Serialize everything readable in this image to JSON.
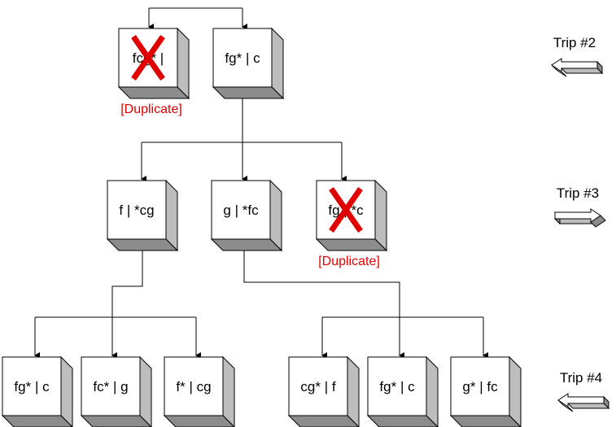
{
  "trips": [
    {
      "label": "Trip #2",
      "direction": "left"
    },
    {
      "label": "Trip #3",
      "direction": "right"
    },
    {
      "label": "Trip #4",
      "direction": "left"
    }
  ],
  "nodes": [
    {
      "id": "n2a",
      "text": "fcg* |",
      "crossed": true,
      "note": "[Duplicate]"
    },
    {
      "id": "n2b",
      "text": "fg* | c",
      "crossed": false,
      "note": ""
    },
    {
      "id": "n3a",
      "text": "f | *cg",
      "crossed": false,
      "note": ""
    },
    {
      "id": "n3b",
      "text": "g | *fc",
      "crossed": false,
      "note": ""
    },
    {
      "id": "n3c",
      "text": "fg | *c",
      "crossed": true,
      "note": "[Duplicate]"
    },
    {
      "id": "n4a",
      "text": "fg* | c",
      "crossed": false,
      "note": ""
    },
    {
      "id": "n4b",
      "text": "fc* | g",
      "crossed": false,
      "note": ""
    },
    {
      "id": "n4c",
      "text": "f* | cg",
      "crossed": false,
      "note": ""
    },
    {
      "id": "n4d",
      "text": "cg* | f",
      "crossed": false,
      "note": ""
    },
    {
      "id": "n4e",
      "text": "fg* | c",
      "crossed": false,
      "note": ""
    },
    {
      "id": "n4f",
      "text": "g* | fc",
      "crossed": false,
      "note": ""
    }
  ],
  "colors": {
    "cross": "#e00000",
    "duplicate_text": "#e00000",
    "box_face": "#ffffff",
    "box_side": "#bdbdbd",
    "box_bottom": "#8c8c8c",
    "line": "#000000"
  }
}
